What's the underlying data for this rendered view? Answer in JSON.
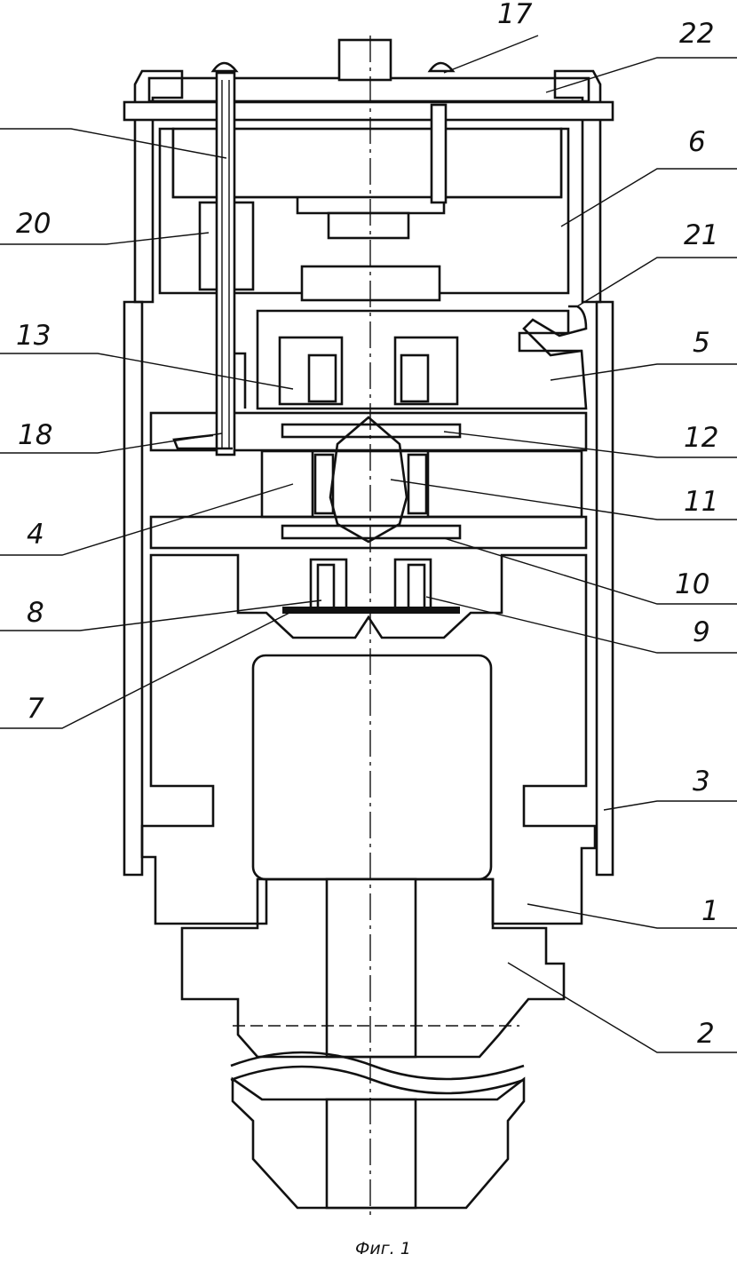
{
  "caption": "Фиг. 1",
  "labels": {
    "l1": "1",
    "l2": "2",
    "l3": "3",
    "l4": "4",
    "l5": "5",
    "l6": "6",
    "l7": "7",
    "l8": "8",
    "l9": "9",
    "l10": "10",
    "l11": "11",
    "l12": "12",
    "l13": "13",
    "l17": "17",
    "l18": "18",
    "l20": "20",
    "l21": "21",
    "l22": "22"
  }
}
